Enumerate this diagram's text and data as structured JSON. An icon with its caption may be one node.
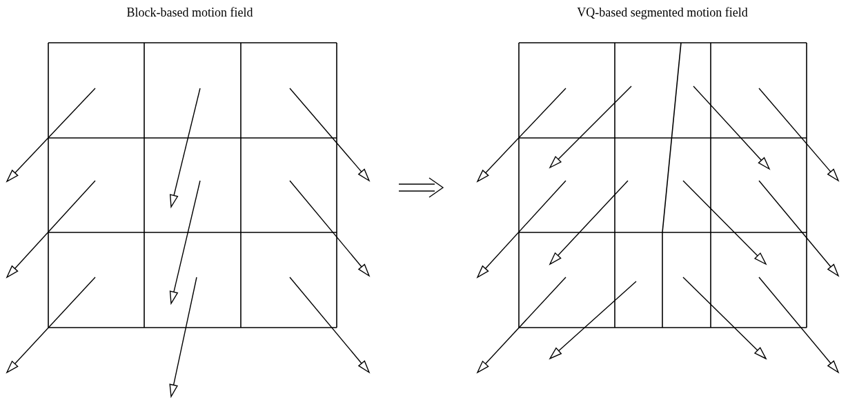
{
  "diagram": {
    "nodes": [
      {
        "text": [
          "Block-based motion field"
        ]
      },
      {
        "text": [
          "VQ-based segmented motion field"
        ]
      }
    ],
    "edges": [
      {
        "from": 0,
        "to": 1,
        "arrow": "to"
      }
    ]
  }
}
